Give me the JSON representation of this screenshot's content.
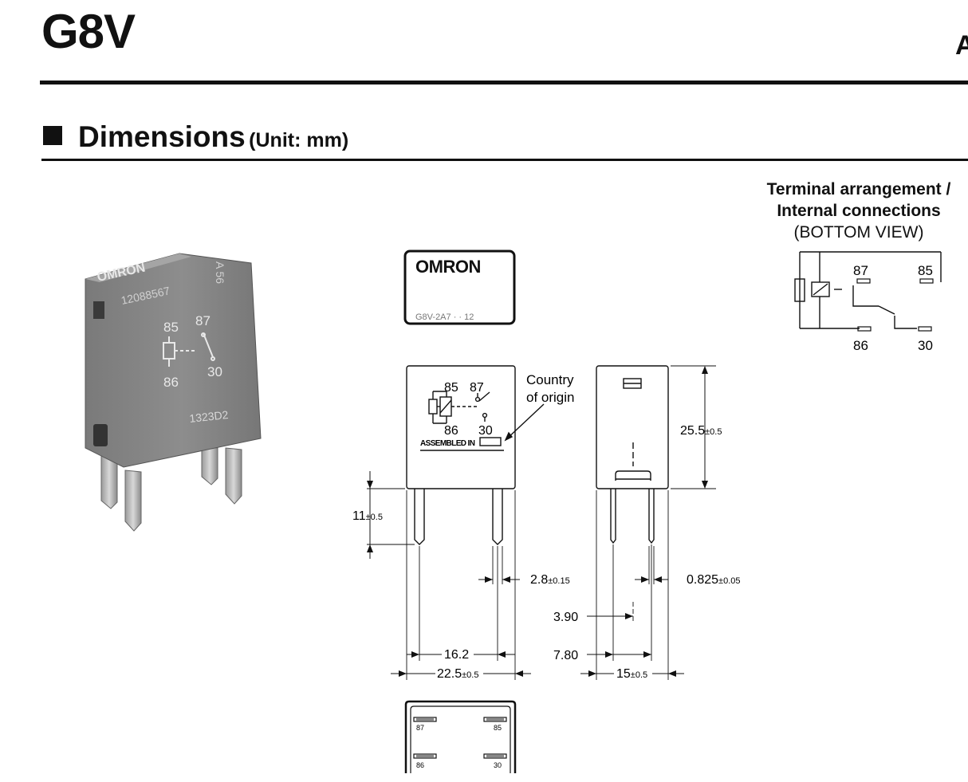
{
  "header": {
    "model": "G8V",
    "edge_letter": "A"
  },
  "section": {
    "title": "Dimensions",
    "unit": "(Unit: mm)"
  },
  "photo": {
    "brand": "OMRON",
    "part_number": "12088567",
    "side_code": "A 56",
    "terminals": {
      "t85": "85",
      "t87": "87",
      "t86": "86",
      "t30": "30"
    },
    "lot_code": "1323D2"
  },
  "top_view": {
    "brand": "OMRON",
    "small_text": "G8V-2A7 · · 12"
  },
  "front_view": {
    "t85": "85",
    "t87": "87",
    "t86": "86",
    "t30": "30",
    "assembled": "ASSEMBLED IN",
    "country_line1": "Country",
    "country_line2": "of origin"
  },
  "dimensions": {
    "height": {
      "value": "25.5",
      "tol": "±0.5"
    },
    "pin_length": {
      "value": "11",
      "tol": "±0.5"
    },
    "pin_width": {
      "value": "2.8",
      "tol": "±0.15"
    },
    "pin_thickness": {
      "value": "0.825",
      "tol": "±0.05"
    },
    "side_offset": {
      "value": "3.90"
    },
    "side_pitch": {
      "value": "7.80"
    },
    "pin_pitch": {
      "value": "16.2"
    },
    "body_width": {
      "value": "22.5",
      "tol": "±0.5"
    },
    "body_depth": {
      "value": "15",
      "tol": "±0.5"
    }
  },
  "terminal_diagram": {
    "heading_line1": "Terminal arrangement /",
    "heading_line2": "Internal connections",
    "heading_line3": "(BOTTOM VIEW)",
    "t87": "87",
    "t85": "85",
    "t86": "86",
    "t30": "30"
  },
  "bottom_view": {
    "t87": "87",
    "t85": "85",
    "t86": "86",
    "t30": "30"
  }
}
